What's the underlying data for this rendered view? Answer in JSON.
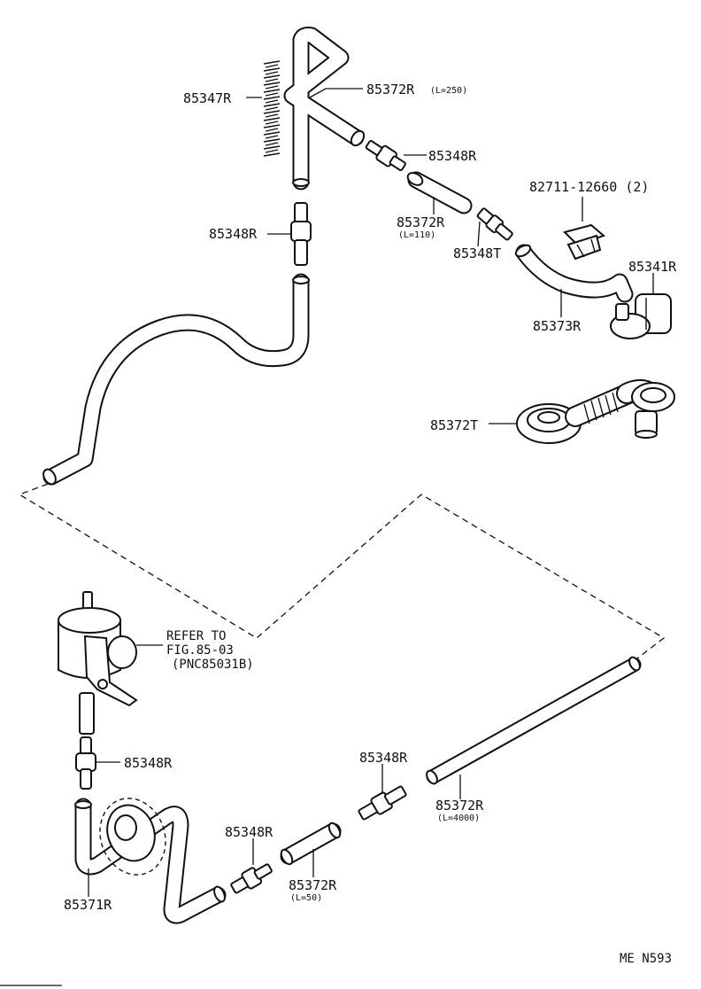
{
  "labels": {
    "p85347R": "85347R",
    "p85372R_top": "85372R",
    "p85372R_top_len": "(L=250)",
    "p85348R_a": "85348R",
    "p82711": "82711-12660 (2)",
    "p85348R_b": "85348R",
    "p85372R_mid": "85372R",
    "p85372R_mid_len": "(L=110)",
    "p85348T": "85348T",
    "p85341R": "85341R",
    "p85373R": "85373R",
    "p85372T": "85372T",
    "refer1": "REFER TO",
    "refer2": "FIG.85-03",
    "refer3": "(PNC85031B)",
    "p85348R_c": "85348R",
    "p85348R_d": "85348R",
    "p85372R_long": "85372R",
    "p85372R_long_len": "(L=4000)",
    "p85348R_e": "85348R",
    "p85371R": "85371R",
    "p85372R_short": "85372R",
    "p85372R_short_len": "(L=50)",
    "code": "ME  N593"
  }
}
